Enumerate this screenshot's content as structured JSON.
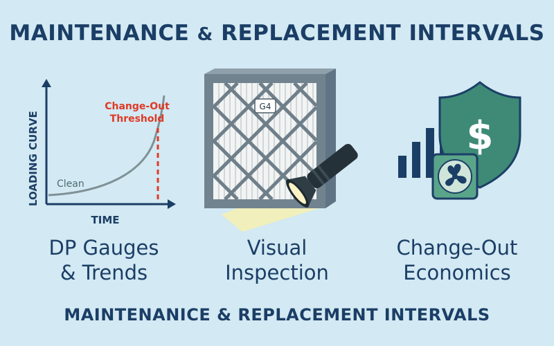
{
  "title": {
    "main": "MAINTENANCE",
    "amp": "&",
    "rest": "REPLACEMENT INTERVALS"
  },
  "chart": {
    "ylabel": "LOADING CURVE",
    "xlabel": "TIME",
    "clean_label": "Clean",
    "threshold_label_1": "Change-Out",
    "threshold_label_2": "Threshold",
    "threshold_color": "#e03a25",
    "curve_color": "#7f9196"
  },
  "filter": {
    "grade_label": "G4"
  },
  "captions": {
    "left_1": "DP Gauges",
    "left_2": "& Trends",
    "center_1": "Visual",
    "center_2": "Inspection",
    "right_1": "Change-Out",
    "right_2": "Economics"
  },
  "icons": {
    "left": "line-chart-icon",
    "center": "filter-flashlight-icon",
    "right": "shield-dollar-fan-icon"
  },
  "colors": {
    "navy": "#1b3e66",
    "shield": "#3e8a76",
    "fan": "#5aa58a"
  },
  "footer": "MAINTENANICE & REPLACEMENT INTERVALS"
}
